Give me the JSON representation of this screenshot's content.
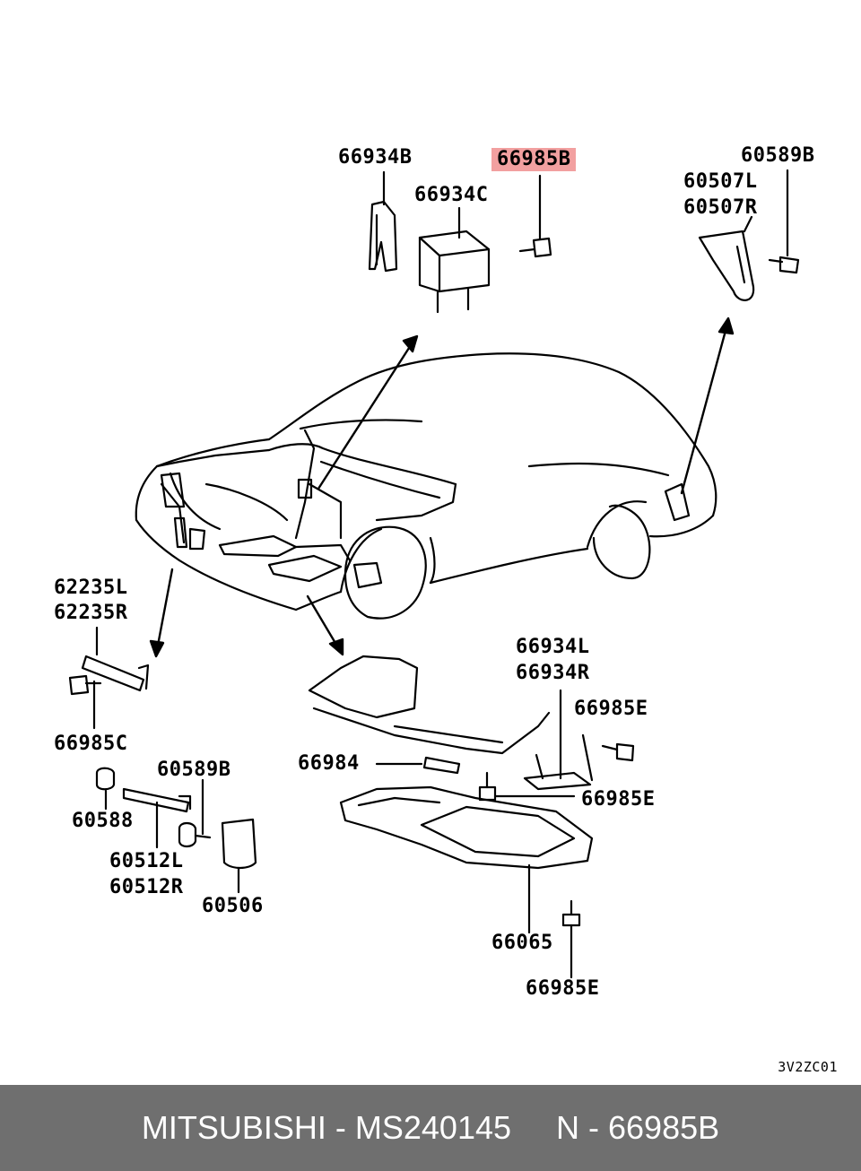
{
  "diagram": {
    "labels": {
      "l_66934B": "66934B",
      "l_66985B": "66985B",
      "l_66934C": "66934C",
      "l_60589B_top": "60589B",
      "l_60507L": "60507L",
      "l_60507R": "60507R",
      "l_62235L": "62235L",
      "l_62235R": "62235R",
      "l_66985C": "66985C",
      "l_60589B_low": "60589B",
      "l_60588": "60588",
      "l_60512L": "60512L",
      "l_60512R": "60512R",
      "l_60506": "60506",
      "l_66934L": "66934L",
      "l_66934R": "66934R",
      "l_66985E_a": "66985E",
      "l_66984": "66984",
      "l_66985E_b": "66985E",
      "l_66065": "66065",
      "l_66985E_c": "66985E"
    },
    "highlighted_part": "66985B",
    "highlight_color": "#f2a0a0",
    "drawing_code": "3V2ZC01"
  },
  "footer": {
    "brand_part": "MITSUBISHI - MS240145",
    "ref": "N - 66985B",
    "background": "#6f6f6f"
  }
}
